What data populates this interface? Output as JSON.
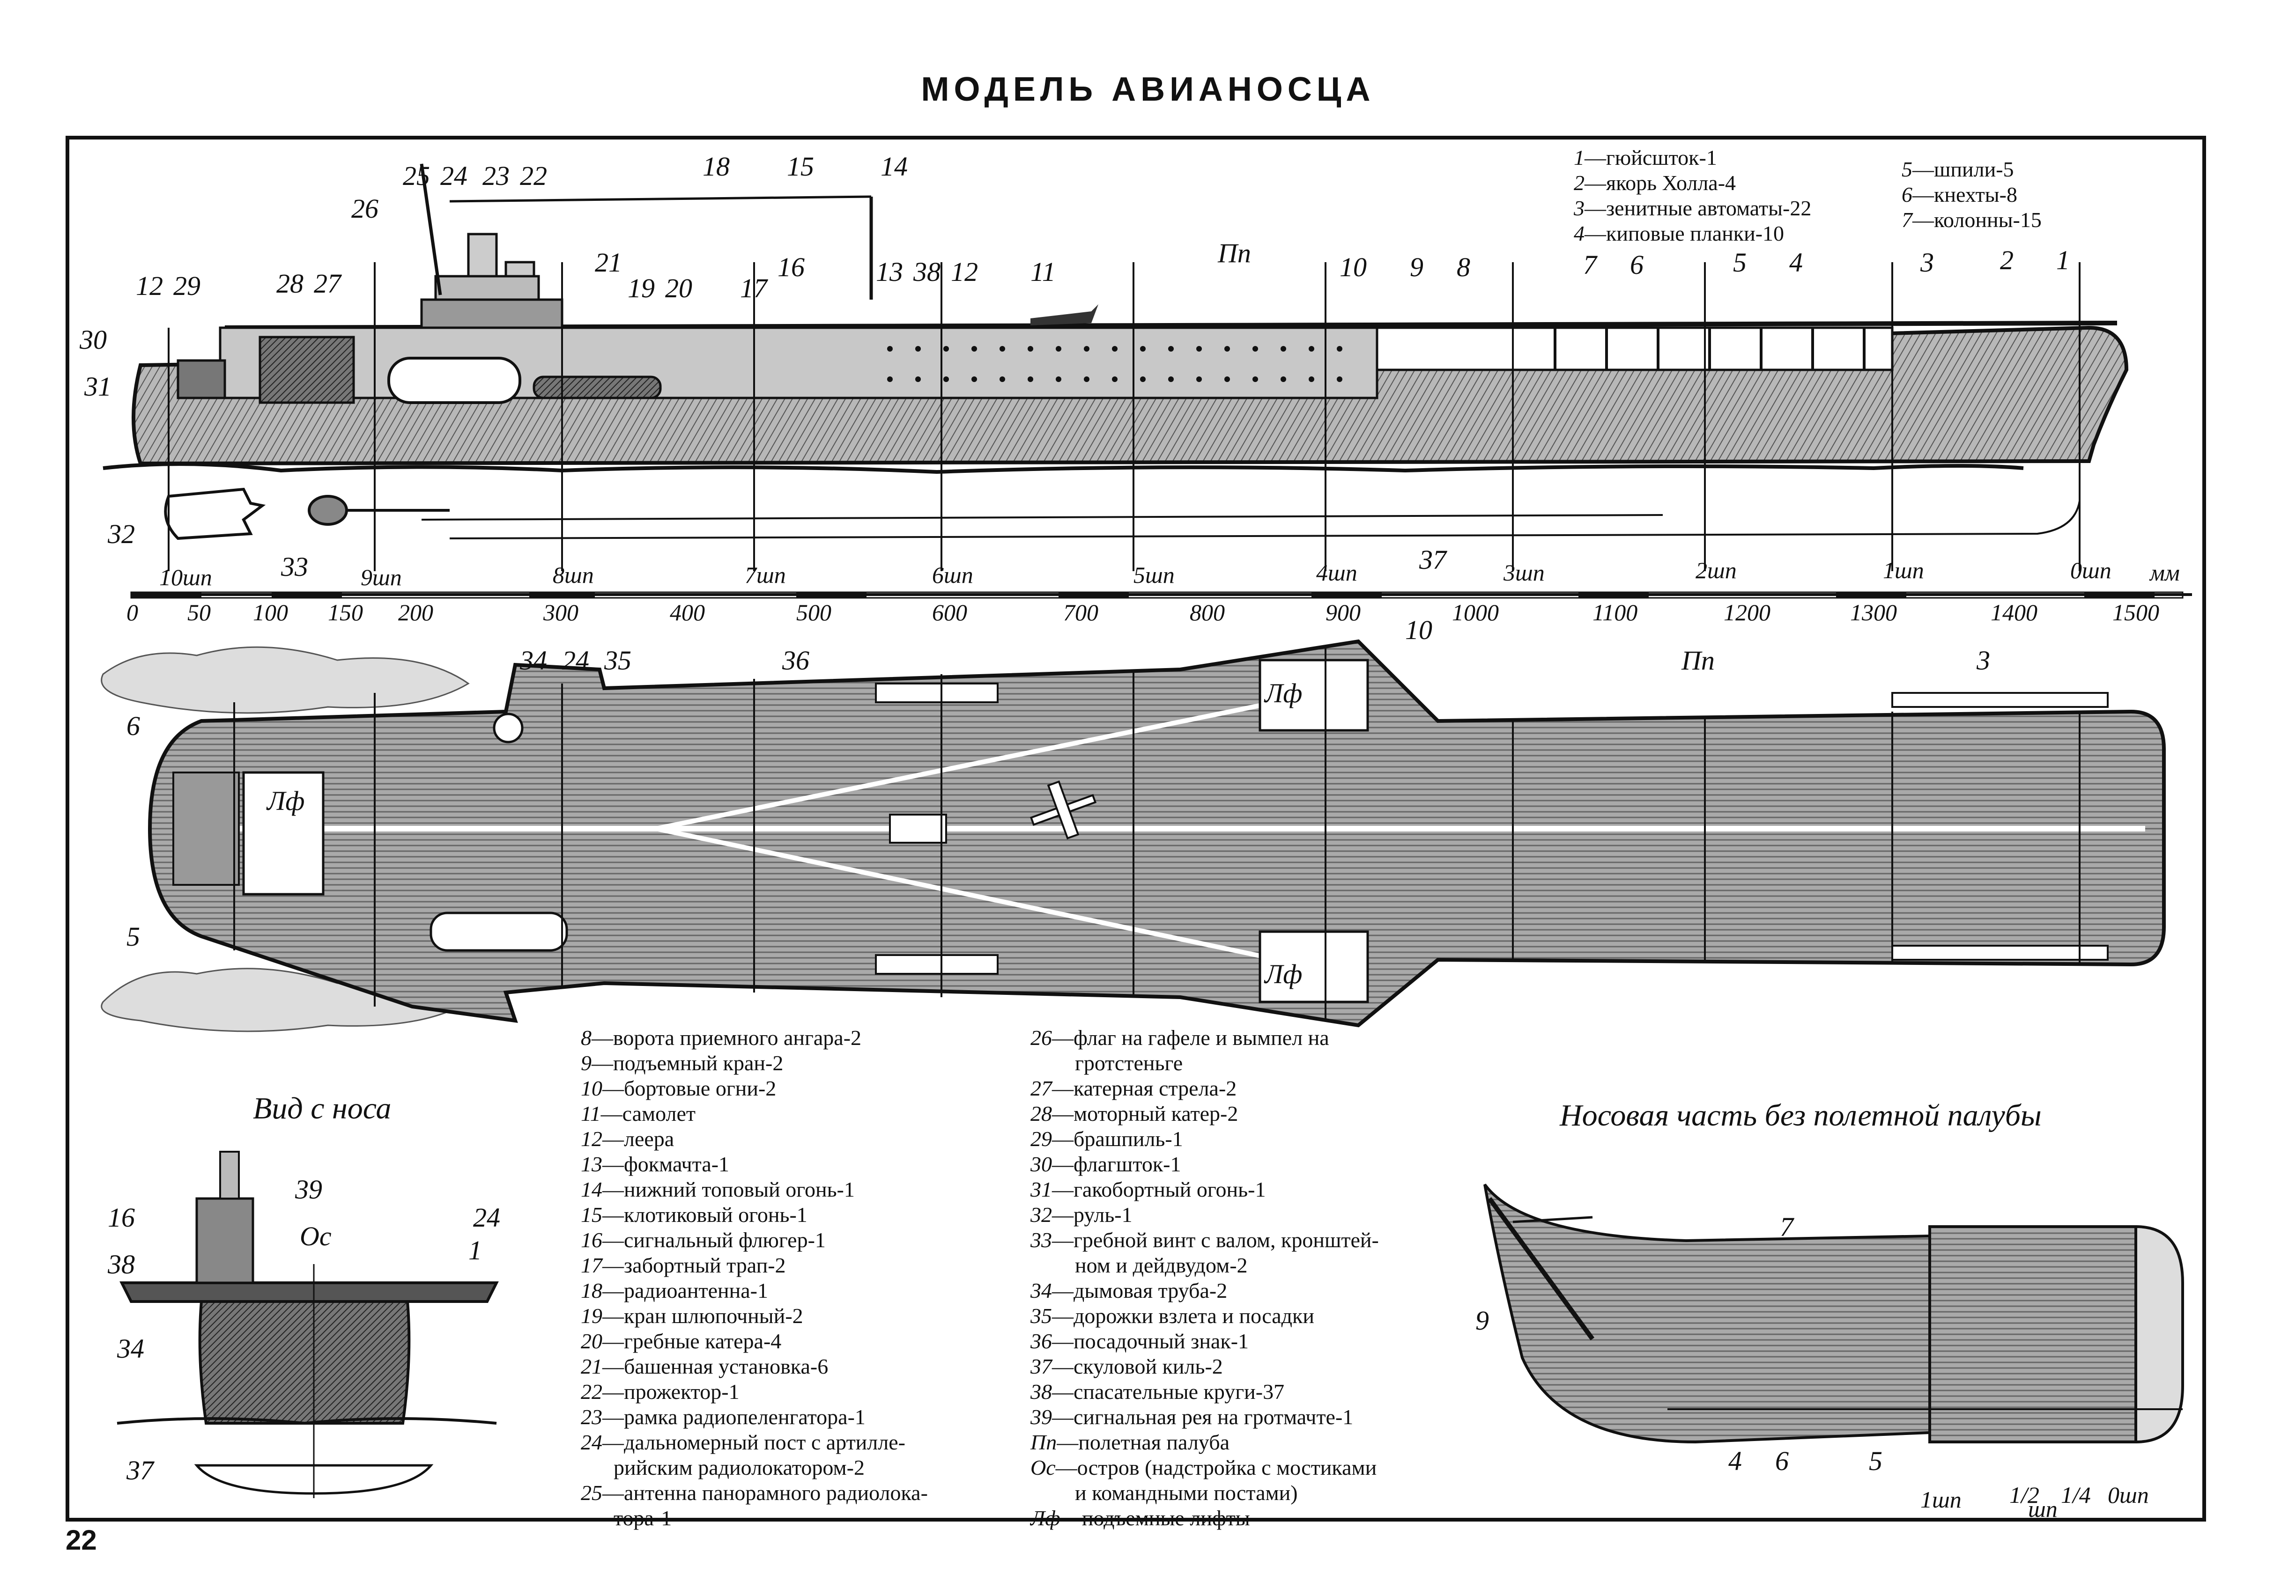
{
  "title": "МОДЕЛЬ АВИАНОСЦА",
  "page_number": "22",
  "legend_top_left": [
    {
      "num": "1",
      "text": "—гюйсшток-1"
    },
    {
      "num": "2",
      "text": "—якорь Холла-4"
    },
    {
      "num": "3",
      "text": "—зенитные автоматы-22"
    },
    {
      "num": "4",
      "text": "—киповые планки-10"
    }
  ],
  "legend_top_right": [
    {
      "num": "5",
      "text": "—шпили-5"
    },
    {
      "num": "6",
      "text": "—кнехты-8"
    },
    {
      "num": "7",
      "text": "—колонны-15"
    }
  ],
  "legend_col1": [
    {
      "num": "8",
      "text": "—ворота приемного ангара-2"
    },
    {
      "num": "9",
      "text": "—подъемный кран-2"
    },
    {
      "num": "10",
      "text": "—бортовые огни-2"
    },
    {
      "num": "11",
      "text": "—самолет"
    },
    {
      "num": "12",
      "text": "—леера"
    },
    {
      "num": "13",
      "text": "—фокмачта-1"
    },
    {
      "num": "14",
      "text": "—нижний топовый огонь-1"
    },
    {
      "num": "15",
      "text": "—клотиковый огонь-1"
    },
    {
      "num": "16",
      "text": "—сигнальный флюгер-1"
    },
    {
      "num": "17",
      "text": "—забортный трап-2"
    },
    {
      "num": "18",
      "text": "—радиоантенна-1"
    },
    {
      "num": "19",
      "text": "—кран шлюпочный-2"
    },
    {
      "num": "20",
      "text": "—гребные катера-4"
    },
    {
      "num": "21",
      "text": "—башенная установка-6"
    },
    {
      "num": "22",
      "text": "—прожектор-1"
    },
    {
      "num": "23",
      "text": "—рамка радиопеленгатора-1"
    },
    {
      "num": "24",
      "text": "—дальномерный пост с артилле-"
    },
    {
      "num": "",
      "text": "рийским радиолокатором-2"
    },
    {
      "num": "25",
      "text": "—антенна панорамного радиолока-"
    },
    {
      "num": "",
      "text": "тора-1"
    }
  ],
  "legend_col2": [
    {
      "num": "26",
      "text": "—флаг на гафеле и вымпел на"
    },
    {
      "num": "",
      "text": "гротстеньге"
    },
    {
      "num": "27",
      "text": "—катерная стрела-2"
    },
    {
      "num": "28",
      "text": "—моторный катер-2"
    },
    {
      "num": "29",
      "text": "—брашпиль-1"
    },
    {
      "num": "30",
      "text": "—флагшток-1"
    },
    {
      "num": "31",
      "text": "—гакобортный огонь-1"
    },
    {
      "num": "32",
      "text": "—руль-1"
    },
    {
      "num": "33",
      "text": "—гребной винт с валом, кронштей-"
    },
    {
      "num": "",
      "text": "ном и дейдвудом-2"
    },
    {
      "num": "34",
      "text": "—дымовая труба-2"
    },
    {
      "num": "35",
      "text": "—дорожки взлета и посадки"
    },
    {
      "num": "36",
      "text": "—посадочный знак-1"
    },
    {
      "num": "37",
      "text": "—скуловой киль-2"
    },
    {
      "num": "38",
      "text": "—спасательные круги-37"
    },
    {
      "num": "39",
      "text": "—сигнальная рея на гротмачте-1"
    },
    {
      "num": "Пп",
      "text": "—полетная палуба"
    },
    {
      "num": "Ос",
      "text": "—остров (надстройка с мостиками"
    },
    {
      "num": "",
      "text": "и командными постами)"
    },
    {
      "num": "Лф",
      "text": "—подъемные лифты"
    }
  ],
  "captions": {
    "bow_view": "Вид с носа",
    "bow_section": "Носовая часть без полетной палубы"
  },
  "frames": [
    "10шп",
    "9шп",
    "8шп",
    "7шп",
    "6шп",
    "5шп",
    "4шп",
    "3шп",
    "2шп",
    "1шп",
    "0шп"
  ],
  "scale": {
    "unit": "мм",
    "ticks": [
      "0",
      "50",
      "100",
      "150",
      "200",
      "300",
      "400",
      "500",
      "600",
      "700",
      "800",
      "900",
      "1000",
      "1100",
      "1200",
      "1300",
      "1400",
      "1500"
    ]
  },
  "side_labels": [
    "30",
    "31",
    "12",
    "29",
    "28",
    "27",
    "26",
    "25",
    "24",
    "23",
    "22",
    "21",
    "19",
    "20",
    "18",
    "17",
    "16",
    "15",
    "14",
    "13",
    "38",
    "12",
    "11",
    "Пп",
    "10",
    "9",
    "8",
    "7",
    "6",
    "5",
    "4",
    "3",
    "2",
    "1",
    "32",
    "33",
    "37"
  ],
  "plan_labels": [
    "34",
    "24",
    "35",
    "36",
    "10",
    "Пп",
    "3",
    "6",
    "5",
    "Лф",
    "Лф",
    "Лф"
  ],
  "bow_view_labels": [
    "39",
    "16",
    "Ос",
    "38",
    "24",
    "1",
    "34",
    "37"
  ],
  "bow_section_labels": [
    "7",
    "9",
    "4",
    "6",
    "5",
    "1шп",
    "1/2",
    "шп",
    "1/4",
    "0шп"
  ],
  "colors": {
    "ink": "#111111",
    "hull": "#8a8a8a",
    "deck": "#9a9a9a",
    "paper": "#ffffff"
  }
}
